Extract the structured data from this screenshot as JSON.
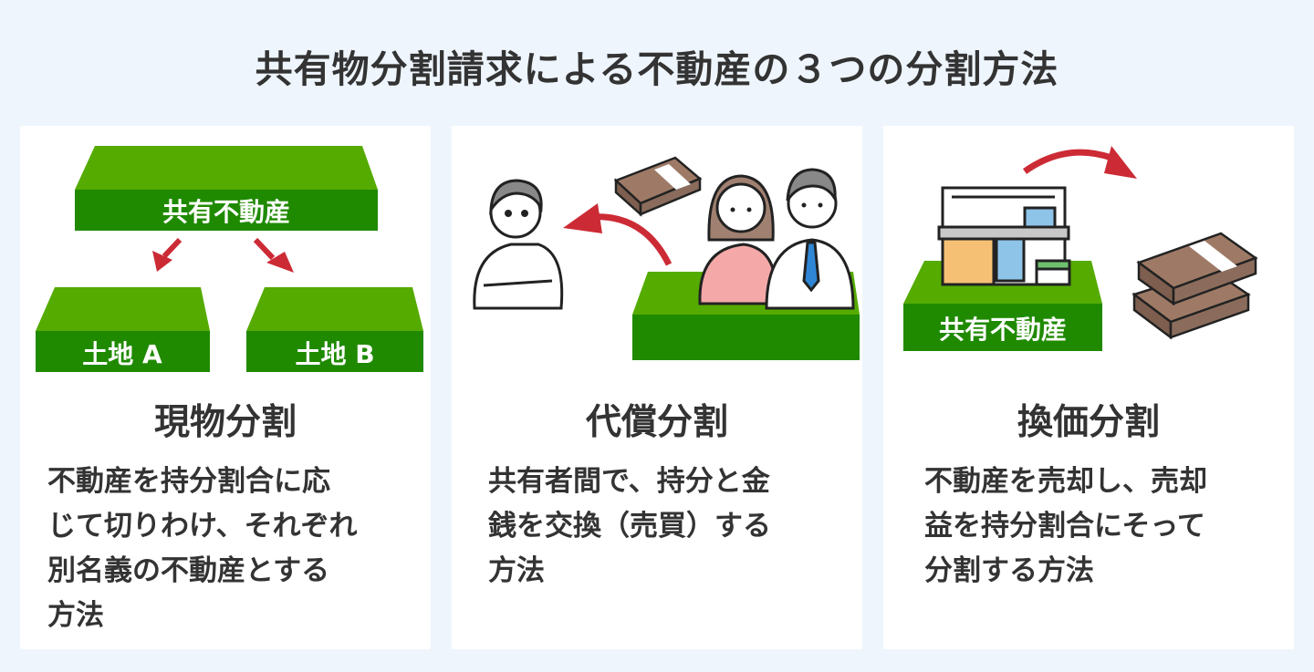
{
  "title": "共有物分割請求による不動産の３つの分割方法",
  "colors": {
    "background": "#eef5fd",
    "panel": "#ffffff",
    "green_top": "#55ab00",
    "green_front": "#1f8a00",
    "arrow_red": "#cc2b35",
    "money_brown": "#9e7a66",
    "text": "#333333"
  },
  "panels": [
    {
      "title": "現物分割",
      "description": "不動産を持分割合に応\nじて切りわけ、それぞれ\n別名義の不動産とする\n方法",
      "illustration": {
        "top_block_label": "共有不動産",
        "left_block_label": "土地 A",
        "right_block_label": "土地 B"
      }
    },
    {
      "title": "代償分割",
      "description": "共有者間で、持分と金\n銭を交換（売買）する\n方法",
      "illustration": {
        "items": [
          "person-left",
          "money-bundle",
          "woman",
          "man-with-tie",
          "green-block"
        ]
      }
    },
    {
      "title": "換価分割",
      "description": "不動産を売却し、売却\n益を持分割合にそって\n分割する方法",
      "illustration": {
        "block_label": "共有不動産",
        "items": [
          "house",
          "money-stack"
        ]
      }
    }
  ]
}
